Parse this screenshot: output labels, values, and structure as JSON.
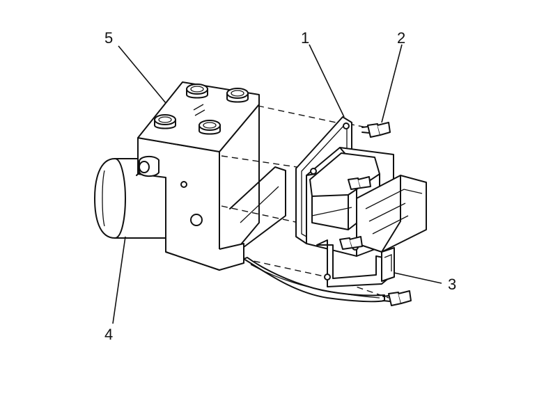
{
  "callouts": {
    "c1": "1",
    "c2": "2",
    "c3": "3",
    "c4": "4",
    "c5": "5"
  },
  "icons": {
    "hydraulic_unit": "abs-modulator-block-icon",
    "pump_motor": "pump-motor-cylinder-icon",
    "control_module": "ebcm-module-icon",
    "bolt": "mounting-bolt-icon"
  },
  "colors": {
    "line": "#111111",
    "background": "#ffffff"
  }
}
